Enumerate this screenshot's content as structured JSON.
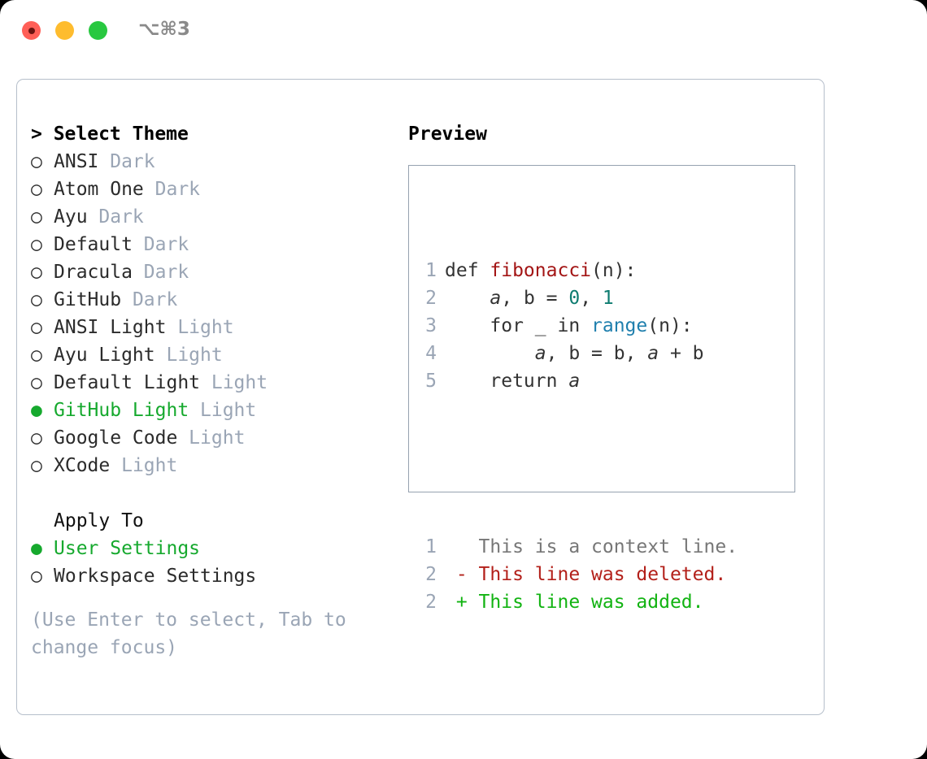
{
  "titlebar": {
    "shortcut": "⌥⌘3",
    "lights": [
      "close-red",
      "minimize-yellow",
      "maximize-green"
    ]
  },
  "theme_list": {
    "header": "> Select Theme",
    "header_caret": ">",
    "header_label": "Select Theme",
    "items": [
      {
        "marker": "○",
        "name": "ANSI",
        "tag": "Dark",
        "selected": false
      },
      {
        "marker": "○",
        "name": "Atom One",
        "tag": "Dark",
        "selected": false
      },
      {
        "marker": "○",
        "name": "Ayu",
        "tag": "Dark",
        "selected": false
      },
      {
        "marker": "○",
        "name": "Default",
        "tag": "Dark",
        "selected": false
      },
      {
        "marker": "○",
        "name": "Dracula",
        "tag": "Dark",
        "selected": false
      },
      {
        "marker": "○",
        "name": "GitHub",
        "tag": "Dark",
        "selected": false
      },
      {
        "marker": "○",
        "name": "ANSI Light",
        "tag": "Light",
        "selected": false
      },
      {
        "marker": "○",
        "name": "Ayu Light",
        "tag": "Light",
        "selected": false
      },
      {
        "marker": "○",
        "name": "Default Light",
        "tag": "Light",
        "selected": false
      },
      {
        "marker": "●",
        "name": "GitHub Light",
        "tag": "Light",
        "selected": true
      },
      {
        "marker": "○",
        "name": "Google Code",
        "tag": "Light",
        "selected": false
      },
      {
        "marker": "○",
        "name": "XCode",
        "tag": "Light",
        "selected": false
      }
    ]
  },
  "apply_to": {
    "header": "Apply To",
    "items": [
      {
        "marker": "●",
        "name": "User Settings",
        "selected": true
      },
      {
        "marker": "○",
        "name": "Workspace Settings",
        "selected": false
      }
    ]
  },
  "hint": "(Use Enter to select, Tab to change focus)",
  "preview": {
    "title": "Preview",
    "code_lines": [
      {
        "num": "1",
        "tokens": [
          {
            "text": "def ",
            "cls": "t-kw"
          },
          {
            "text": "fibonacci",
            "cls": "t-fn"
          },
          {
            "text": "(n):",
            "cls": "t-plain"
          }
        ]
      },
      {
        "num": "2",
        "tokens": [
          {
            "text": "    ",
            "cls": "t-plain"
          },
          {
            "text": "a",
            "cls": "t-var"
          },
          {
            "text": ", ",
            "cls": "t-plain"
          },
          {
            "text": "b",
            "cls": "t-plain"
          },
          {
            "text": " = ",
            "cls": "t-plain"
          },
          {
            "text": "0",
            "cls": "t-num"
          },
          {
            "text": ", ",
            "cls": "t-plain"
          },
          {
            "text": "1",
            "cls": "t-num"
          }
        ]
      },
      {
        "num": "3",
        "tokens": [
          {
            "text": "    for _ in ",
            "cls": "t-kw"
          },
          {
            "text": "range",
            "cls": "t-call"
          },
          {
            "text": "(n):",
            "cls": "t-plain"
          }
        ]
      },
      {
        "num": "4",
        "tokens": [
          {
            "text": "        ",
            "cls": "t-plain"
          },
          {
            "text": "a",
            "cls": "t-var"
          },
          {
            "text": ", b = b, ",
            "cls": "t-plain"
          },
          {
            "text": "a",
            "cls": "t-var"
          },
          {
            "text": " + b",
            "cls": "t-plain"
          }
        ]
      },
      {
        "num": "5",
        "tokens": [
          {
            "text": "    return ",
            "cls": "t-kw"
          },
          {
            "text": "a",
            "cls": "t-var"
          }
        ]
      }
    ],
    "diff_lines": [
      {
        "num": "1",
        "tokens": [
          {
            "text": "   This is ",
            "cls": "t-ctx"
          },
          {
            "text": "a",
            "cls": "t-ctx"
          },
          {
            "text": " context line.",
            "cls": "t-ctx"
          }
        ]
      },
      {
        "num": "2",
        "tokens": [
          {
            "text": " - This line was deleted.",
            "cls": "t-del"
          }
        ]
      },
      {
        "num": "2",
        "tokens": [
          {
            "text": " + This line was added.",
            "cls": "t-add"
          }
        ]
      }
    ]
  },
  "colors": {
    "accent_green": "#16a92e",
    "muted": "#9aa5b5",
    "border": "#b6bfcb",
    "preview_border": "#96a2b0",
    "light_red": "#ff5f57",
    "light_yellow": "#febc2e",
    "light_green": "#28c840",
    "syntax_function": "#a31515",
    "syntax_number": "#0e7c70",
    "syntax_call": "#1f7fad",
    "diff_delete": "#b3201a",
    "diff_add": "#12b312"
  }
}
